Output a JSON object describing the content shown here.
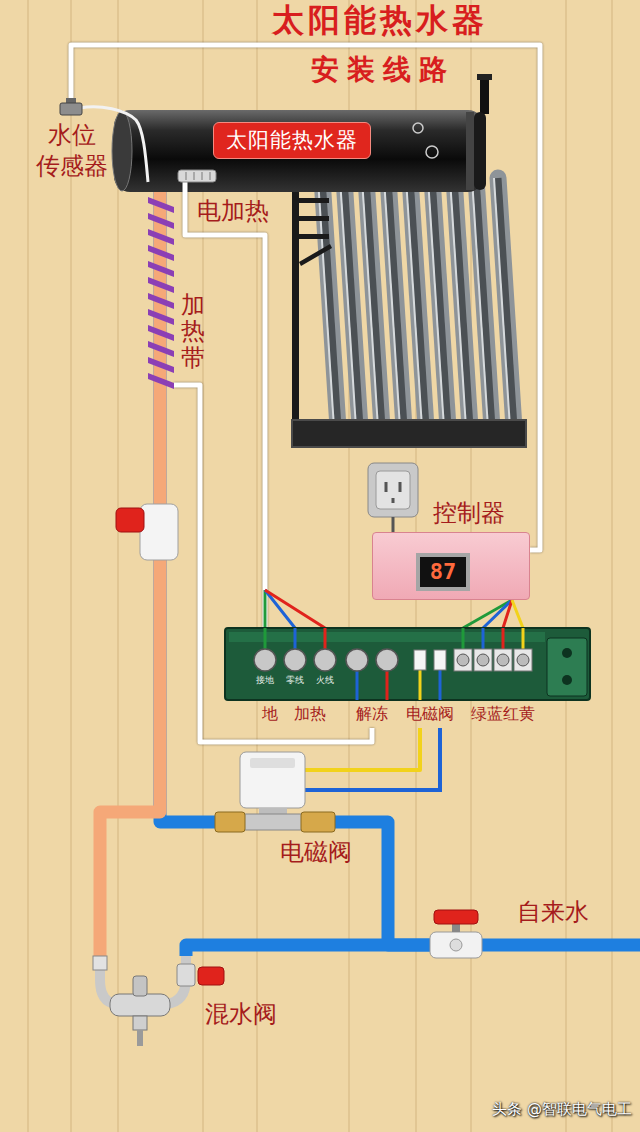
{
  "diagram": {
    "title": "太阳能热水器",
    "nodes": [
      {
        "text": [
          "太阳能热水器"
        ]
      },
      {
        "text": [
          "电加热"
        ],
        "in": 0
      },
      {
        "text": [
          "水位 传感器"
        ]
      },
      {
        "text": [
          "加热带"
        ]
      },
      {
        "text": [
          "控制器",
          "87"
        ]
      },
      {
        "text": [
          "接地",
          "零线",
          "火线",
          "地",
          "加热",
          "解冻",
          "电磁阀",
          "绿蓝红黄"
        ]
      },
      {
        "text": [
          "电磁阀"
        ]
      },
      {
        "text": [
          "自来水"
        ]
      },
      {
        "text": [
          "混水阀"
        ]
      }
    ],
    "edges": [
      {
        "from": 2,
        "to": 4,
        "arrow": "none"
      },
      {
        "from": 4,
        "to": 5,
        "arrow": "none"
      },
      {
        "from": 1,
        "to": 5,
        "arrow": "none"
      },
      {
        "from": 3,
        "to": 5,
        "arrow": "none"
      },
      {
        "from": 5,
        "to": 6,
        "arrow": "none"
      },
      {
        "from": 7,
        "to": 6,
        "arrow": "none"
      },
      {
        "from": 6,
        "to": 0,
        "arrow": "none"
      },
      {
        "from": 0,
        "to": 8,
        "arrow": "none"
      },
      {
        "from": 7,
        "to": 8,
        "arrow": "none"
      }
    ],
    "labels": [
      "安装线路",
      "头条 @智联电气电工"
    ]
  }
}
